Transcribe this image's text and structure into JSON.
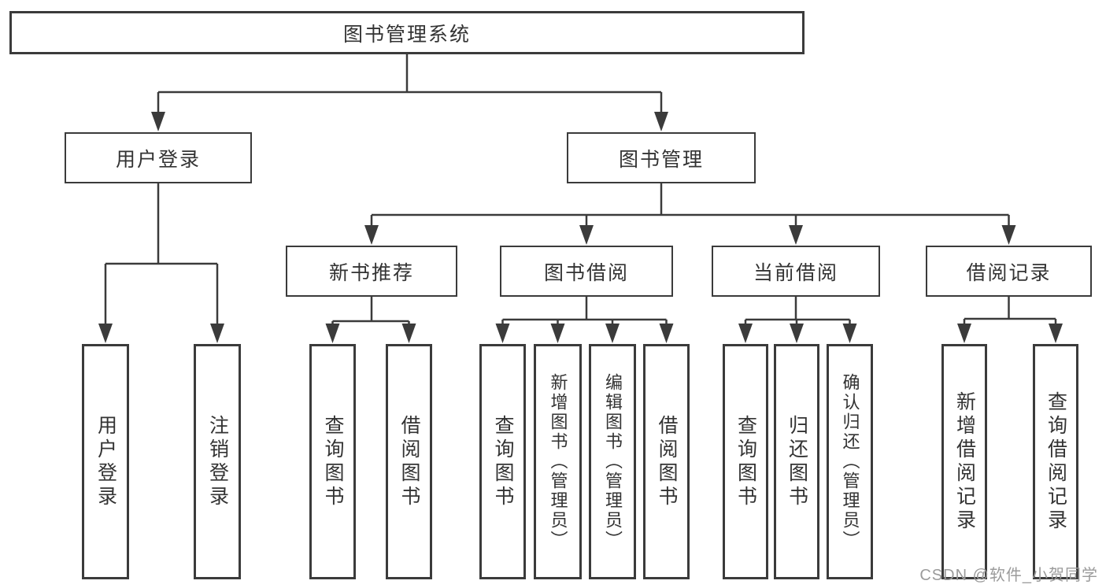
{
  "diagram": {
    "root": {
      "label": "图书管理系统"
    },
    "branches": [
      {
        "label": "用户登录",
        "children": [
          {
            "label": "用户登录"
          },
          {
            "label": "注销登录"
          }
        ]
      },
      {
        "label": "图书管理",
        "children": [
          {
            "label": "新书推荐",
            "children": [
              {
                "label": "查询图书"
              },
              {
                "label": "借阅图书"
              }
            ]
          },
          {
            "label": "图书借阅",
            "children": [
              {
                "label": "查询图书"
              },
              {
                "label": "新增图书（管理员）"
              },
              {
                "label": "编辑图书（管理员）"
              },
              {
                "label": "借阅图书"
              }
            ]
          },
          {
            "label": "当前借阅",
            "children": [
              {
                "label": "查询图书"
              },
              {
                "label": "归还图书"
              },
              {
                "label": "确认归还（管理员）"
              }
            ]
          },
          {
            "label": "借阅记录",
            "children": [
              {
                "label": "新增借阅记录"
              },
              {
                "label": "查询借阅记录"
              }
            ]
          }
        ]
      }
    ]
  },
  "watermark": {
    "text": "CSDN @软件_小贺同学"
  },
  "colors": {
    "line": "#3b3b3b",
    "text": "#333333",
    "bg": "#ffffff",
    "watermark": "#9b9b9b"
  }
}
